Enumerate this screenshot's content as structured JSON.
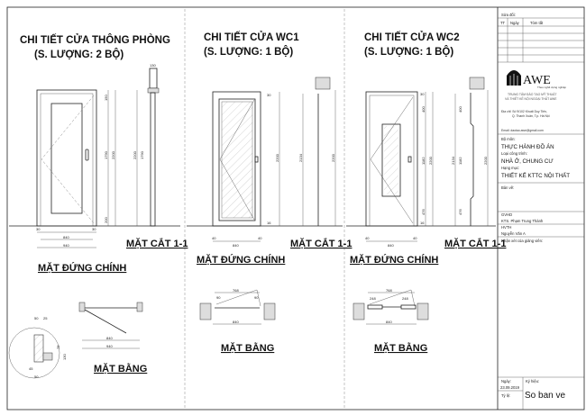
{
  "sections": [
    {
      "title": "CHI TIẾT CỬA THÔNG PHÒNG",
      "quantity": "(S. LƯỢNG: 2 BỘ)",
      "elevation_label": "MẶT ĐỨNG CHÍNH",
      "section_label": "MẶT CẮT 1-1",
      "plan_label": "MẶT BẰNG",
      "dims": {
        "d2200": "2200",
        "d1790": "1790",
        "d150": "150",
        "d30": "30",
        "d200": "200",
        "d840": "840",
        "d940": "940",
        "d130": "130",
        "d50": "50",
        "d25": "25",
        "d75": "75",
        "d45": "45",
        "d10": "10"
      }
    },
    {
      "title": "CHI TIẾT CỬA WC1",
      "quantity": "(S. LƯỢNG: 1 BỘ)",
      "elevation_label": "MẶT ĐỨNG CHÍNH",
      "section_label": "MẶT CẮT 1-1",
      "plan_label": "MẶT BẰNG",
      "dims": {
        "d2200": "2200",
        "d2134": "2134",
        "d30": "30",
        "d16": "16",
        "d40": "40",
        "d840": "840",
        "d768": "768",
        "d90": "90"
      }
    },
    {
      "title": "CHI TIẾT CỬA WC2",
      "quantity": "(S. LƯỢNG: 1 BỘ)",
      "elevation_label": "MẶT ĐỨNG CHÍNH",
      "section_label": "MẶT CẮT 1-1",
      "plan_label": "MẶT BẰNG",
      "dims": {
        "d2200": "2200",
        "d2134": "2134",
        "d400": "400",
        "d1182": "1182",
        "d476": "476",
        "d30": "30",
        "d16": "16",
        "d40": "40",
        "d840": "840",
        "d768": "768",
        "d248": "248"
      }
    }
  ],
  "title_block": {
    "revision_label": "Sửa đổi:",
    "col_no": "TT",
    "col_date": "Ngày",
    "col_content": "Tóm tắt",
    "logo_text": "AWE",
    "logo_tagline": "Theo nghề dựng nghiệp",
    "org_line1": "TRUNG TÂM ĐÀO TẠO MỸ THUẬT",
    "org_line2": "VÀ THIẾT KẾ NỘI NGOẠI THẤT AWE",
    "address_line1": "Địa chỉ: Số 9/102 Khuất Duy Tiến,",
    "address_line2": "Q. Thanh Xuân, T.p. Hà Nội",
    "email": "Email: daotao.awe@gmail.com",
    "subject_label": "Bộ môn:",
    "subject": "THỰC HÀNH ĐỒ ÁN",
    "type_label": "Loại công trình:",
    "type": "NHÀ Ở, CHUNG CƯ",
    "item_label": "Hạng mục:",
    "item": "THIẾT KẾ KTTC NỘI THẤT",
    "drawing_label": "Bản vẽ:",
    "instructor_label": "GVHD",
    "instructor": "KTS. Phạm Trung Thành",
    "student_label": "HVTH",
    "student": "Nguyễn Văn A",
    "comment_label": "Nhận xét của giảng viên:",
    "date_label": "Ngày:",
    "date": "23.09.2019",
    "scale_label": "Tỷ lệ:",
    "code_label": "Ký hiệu:",
    "sheet_no": "So ban ve"
  }
}
